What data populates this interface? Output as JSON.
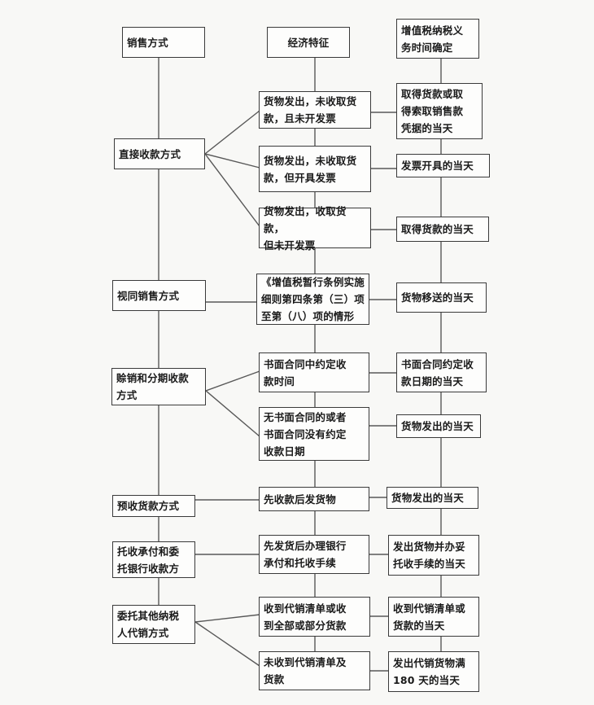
{
  "colors": {
    "page_bg": "#f8f8f6",
    "box_bg": "#fdfdfc",
    "box_border": "#3a3a3a",
    "connector_line": "#585858",
    "text": "#1a1a1a"
  },
  "headers": {
    "col1": "销售方式",
    "col2": "经济特征",
    "col3": "增值税纳税义\n务时间确定"
  },
  "methods": {
    "direct": "直接收款方式",
    "deemed": "视同销售方式",
    "credit": "赊销和分期收款\n方式",
    "advance": "预收货款方式",
    "collection": "托收承付和委\n托银行收款方",
    "consignment": "委托其他纳税\n人代销方式"
  },
  "features": {
    "f1": "货物发出，未收取货\n款，且未开发票",
    "f2": "货物发出，未收取货\n款，但开具发票",
    "f3": "货物发出，收取货款，\n但未开发票",
    "f4": "《增值税暂行条例实施\n细则第四条第（三）项\n至第（八）项的情形",
    "f5": "书面合同中约定收\n款时间",
    "f6": "无书面合同的或者\n书面合同没有约定\n收款日期",
    "f7": "先收款后发货物",
    "f8": "先发货后办理银行\n承付和托收手续",
    "f9": "收到代销清单或收\n到全部或部分货款",
    "f10": "未收到代销清单及\n货款"
  },
  "timings": {
    "t1": "取得货款或取\n得索取销售款\n凭据的当天",
    "t2": "发票开具的当天",
    "t3": "取得货款的当天",
    "t4": "货物移送的当天",
    "t5": "书面合同约定收\n款日期的当天",
    "t6": "货物发出的当天",
    "t7": "货物发出的当天",
    "t8": "发出货物并办妥\n托收手续的当天",
    "t9": "收到代销清单或\n货款的当天",
    "t10": "发出代销货物满\n180 天的当天"
  }
}
